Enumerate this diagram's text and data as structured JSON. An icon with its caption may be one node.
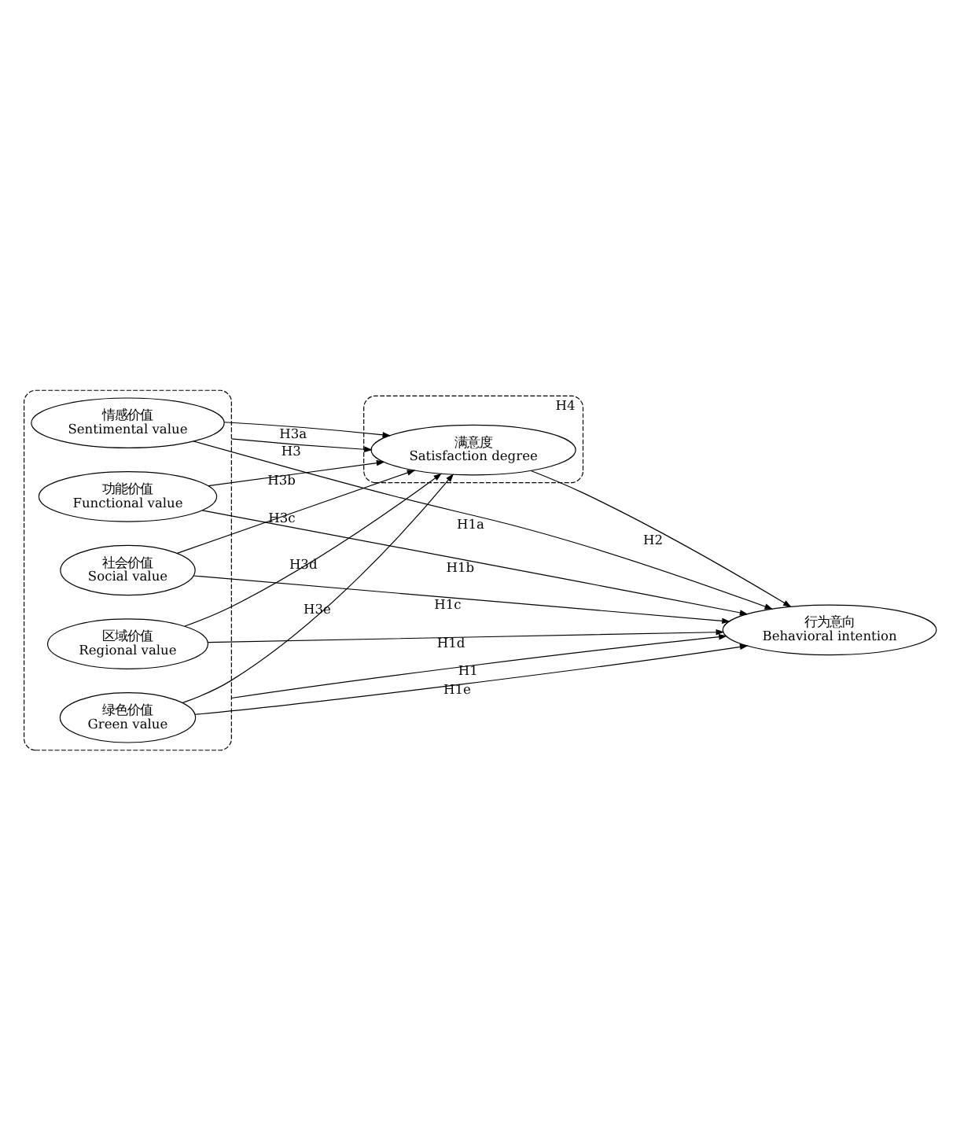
{
  "diagram": {
    "nodes": [
      {
        "text": [],
        "shape": "box"
      },
      {
        "text": [
          "情感价值",
          "Sentimental value"
        ],
        "in": 0
      },
      {
        "text": [
          "功能价值",
          "Functional value"
        ],
        "in": 0
      },
      {
        "text": [
          "社会价值",
          "Social value"
        ],
        "in": 0
      },
      {
        "text": [
          "区域价值",
          "Regional value"
        ],
        "in": 0
      },
      {
        "text": [
          "绿色价值",
          "Green value"
        ],
        "in": 0
      },
      {
        "text": [
          "H4"
        ]
      },
      {
        "text": [
          "满意度",
          "Satisfaction degree"
        ],
        "in": 6
      },
      {
        "text": [
          "行为意向",
          "Behavioral intention"
        ]
      }
    ],
    "edges": [
      {
        "from": 0,
        "to": 7,
        "arrow": "to",
        "label": "H3"
      },
      {
        "from": 1,
        "to": 7,
        "arrow": "to",
        "label": "H3a"
      },
      {
        "from": 2,
        "to": 7,
        "arrow": "to",
        "label": "H3b"
      },
      {
        "from": 3,
        "to": 7,
        "arrow": "to",
        "label": "H3c"
      },
      {
        "from": 4,
        "to": 7,
        "arrow": "to",
        "label": "H3d"
      },
      {
        "from": 5,
        "to": 7,
        "arrow": "to",
        "label": "H3e"
      },
      {
        "from": 1,
        "to": 8,
        "arrow": "to",
        "label": "H1a"
      },
      {
        "from": 2,
        "to": 8,
        "arrow": "to",
        "label": "H1b"
      },
      {
        "from": 3,
        "to": 8,
        "arrow": "to",
        "label": "H1c"
      },
      {
        "from": 4,
        "to": 8,
        "arrow": "to",
        "label": "H1d"
      },
      {
        "from": 5,
        "to": 8,
        "arrow": "to",
        "label": "H1e"
      },
      {
        "from": 7,
        "to": 8,
        "arrow": "to",
        "label": "H2"
      },
      {
        "from": 0,
        "to": 8,
        "arrow": "to",
        "label": "H1"
      }
    ]
  }
}
